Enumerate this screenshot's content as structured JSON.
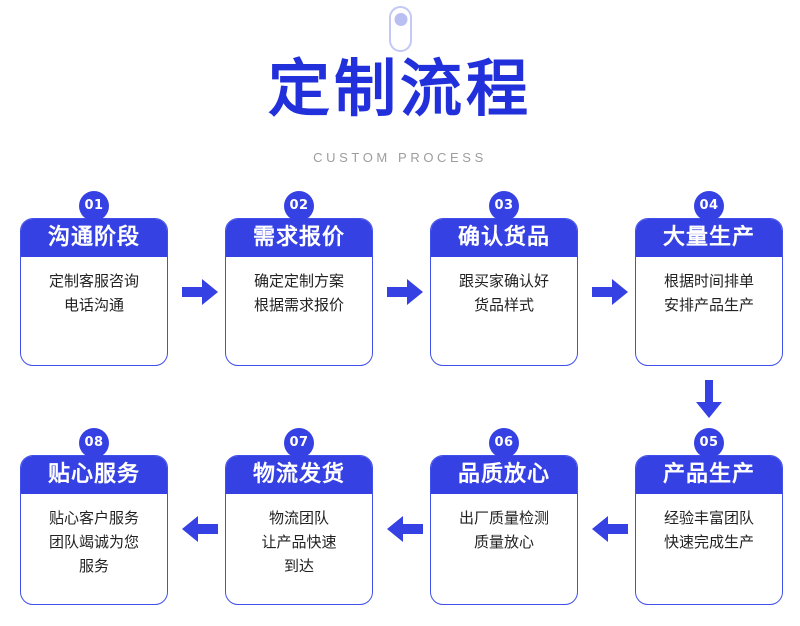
{
  "header": {
    "decor_icon": "toggle-pill-icon",
    "title": "定制流程",
    "subtitle": "CUSTOM PROCESS"
  },
  "colors": {
    "brand_blue": "#3641e3",
    "title_blue": "#2230dc",
    "card_border": "#4150ea",
    "decor_outline": "#c3c8f4",
    "decor_knob": "#b9bff0",
    "subtitle_gray": "#9d9d9d",
    "body_text": "#222222",
    "card_bg": "#ffffff"
  },
  "row1": {
    "flow_direction": "left-to-right",
    "cards": [
      {
        "number": "01",
        "title": "沟通阶段",
        "lines": [
          "定制客服咨询",
          "电话沟通"
        ]
      },
      {
        "number": "02",
        "title": "需求报价",
        "lines": [
          "确定定制方案",
          "根据需求报价"
        ]
      },
      {
        "number": "03",
        "title": "确认货品",
        "lines": [
          "跟买家确认好",
          "货品样式"
        ]
      },
      {
        "number": "04",
        "title": "大量生产",
        "lines": [
          "根据时间排单",
          "安排产品生产"
        ]
      }
    ]
  },
  "row2": {
    "flow_direction": "right-to-left",
    "cards": [
      {
        "number": "08",
        "title": "贴心服务",
        "lines": [
          "贴心客户服务",
          "团队竭诚为您",
          "服务"
        ]
      },
      {
        "number": "07",
        "title": "物流发货",
        "lines": [
          "物流团队",
          "让产品快速",
          "到达"
        ]
      },
      {
        "number": "06",
        "title": "品质放心",
        "lines": [
          "出厂质量检测",
          "质量放心"
        ]
      },
      {
        "number": "05",
        "title": "产品生产",
        "lines": [
          "经验丰富团队",
          "快速完成生产"
        ]
      }
    ]
  },
  "connectors": {
    "row1_arrows": [
      "arrow-right-icon",
      "arrow-right-icon",
      "arrow-right-icon"
    ],
    "row_link_arrow": "arrow-down-icon",
    "row2_arrows": [
      "arrow-left-icon",
      "arrow-left-icon",
      "arrow-left-icon"
    ]
  }
}
